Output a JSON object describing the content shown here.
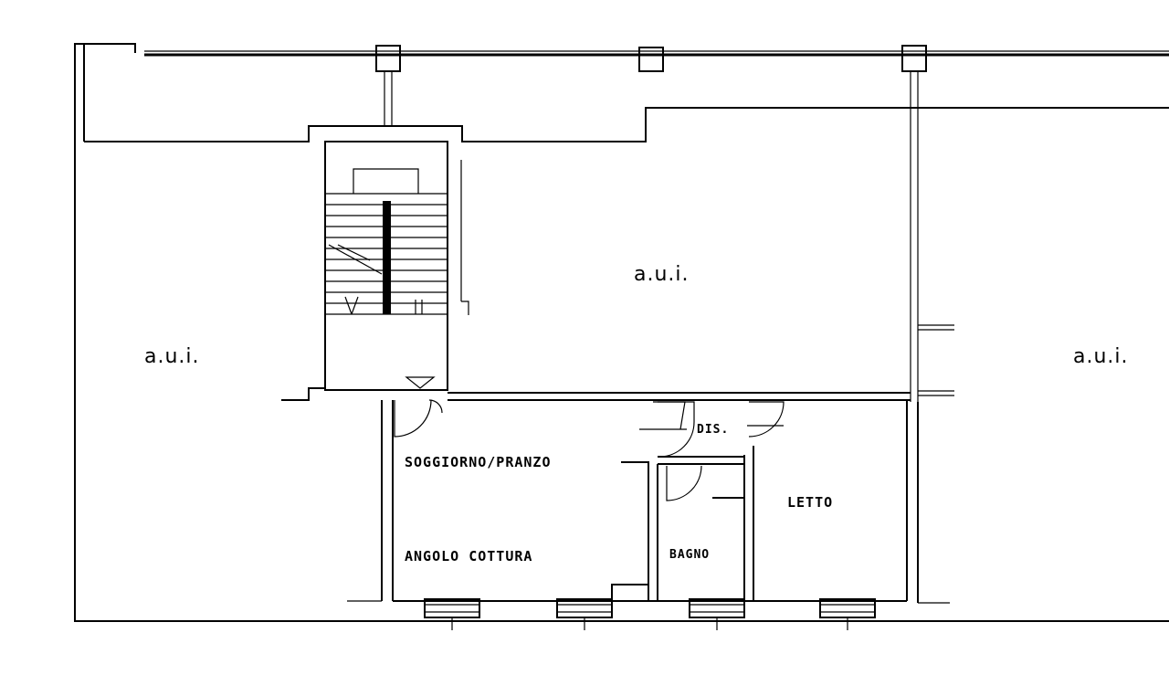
{
  "labels": {
    "aui_center": "a.u.i.",
    "aui_left": "a.u.i.",
    "aui_right": "a.u.i.",
    "dis": "DIS.",
    "soggiorno": "SOGGIORNO/PRANZO",
    "angolo": "ANGOLO COTTURA",
    "bagno": "BAGNO",
    "letto": "LETTO"
  }
}
